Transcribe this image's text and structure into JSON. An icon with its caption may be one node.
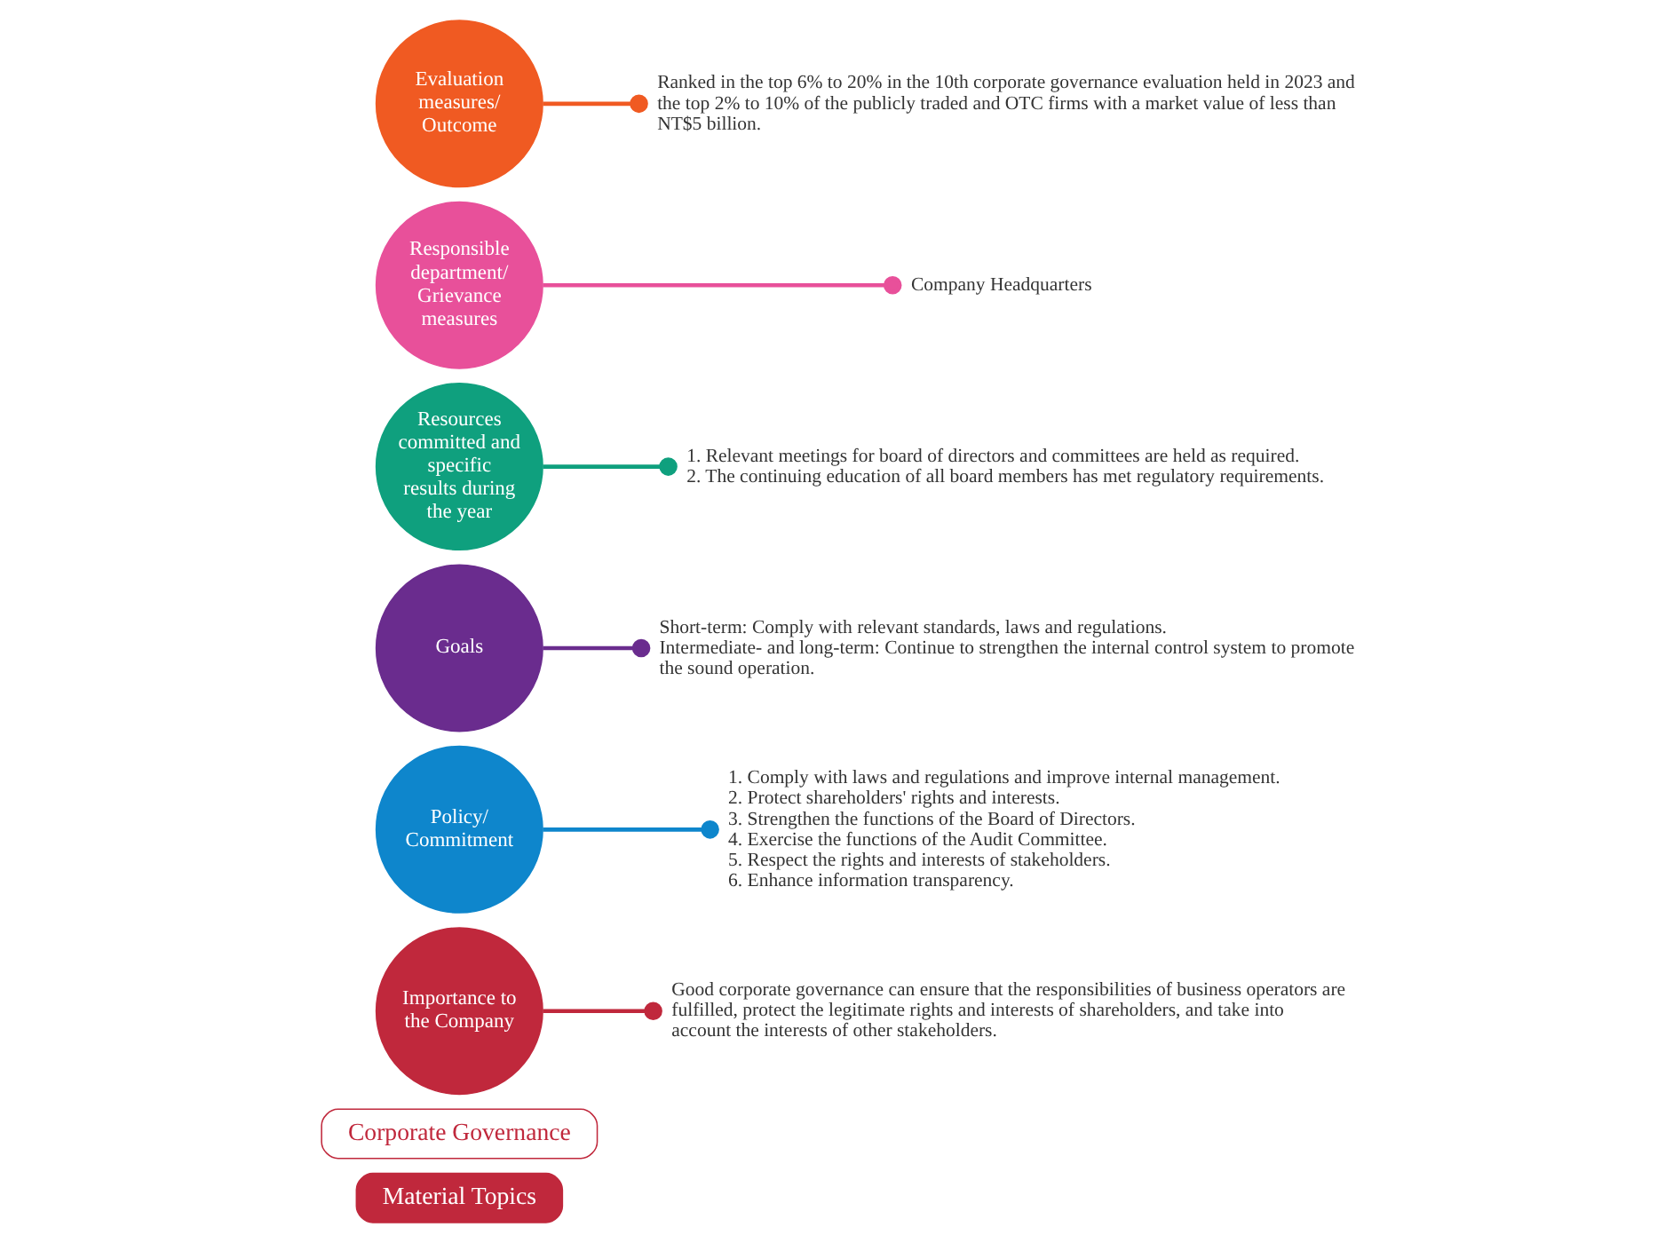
{
  "diagram": {
    "nodes": [
      {
        "text": [
          "Material Topics"
        ]
      },
      {
        "text": [
          "Corporate Governance"
        ]
      },
      {
        "text": [
          "Importance to the Company"
        ]
      },
      {
        "text": [
          "Good corporate governance can ensure that the responsibilities of business operators are fulfilled, protect the legitimate rights and interests of shareholders, and take into account the interests of other stakeholders."
        ]
      },
      {
        "text": [
          "Policy/ Commitment"
        ]
      },
      {
        "text": [
          "1. Comply with laws and regulations and improve internal management.",
          "2. Protect shareholders' rights and interests.",
          "3. Strengthen the functions of the Board of Directors.",
          "4. Exercise the functions of the Audit Committee.",
          "5. Respect the rights and interests of stakeholders.",
          "6. Enhance information transparency."
        ]
      },
      {
        "text": [
          "Goals"
        ]
      },
      {
        "text": [
          "Short-term: Comply with relevant standards, laws and regulations.",
          "Intermediate- and long-term: Continue to strengthen the internal control system to promote the sound operation."
        ]
      },
      {
        "text": [
          "Resources committed and specific results during the year"
        ]
      },
      {
        "text": [
          "1. Relevant meetings for board of directors and committees are held as required.",
          "2. The continuing education of all board members has met regulatory requirements."
        ]
      },
      {
        "text": [
          "Responsible department/ Grievance measures"
        ]
      },
      {
        "text": [
          "Company Headquarters"
        ]
      },
      {
        "text": [
          "Evaluation measures/ Outcome"
        ]
      },
      {
        "text": [
          "Ranked in the top 6% to 20% in the 10th corporate governance evaluation held in 2023 and the top 2% to 10% of the publicly traded and OTC firms with a market value of less than NT$5 billion."
        ]
      }
    ],
    "edges": [
      {
        "from": 2,
        "to": 3,
        "arrow": "other",
        "color": "#c0283c"
      },
      {
        "from": 4,
        "to": 5,
        "arrow": "other",
        "color": "#0e86cc"
      },
      {
        "from": 6,
        "to": 7,
        "arrow": "other",
        "color": "#6a2c8e"
      },
      {
        "from": 8,
        "to": 9,
        "arrow": "other",
        "color": "#0fa07e"
      },
      {
        "from": 10,
        "to": 11,
        "arrow": "other",
        "color": "#e8509a"
      },
      {
        "from": 12,
        "to": 13,
        "arrow": "other",
        "color": "#f05a22"
      }
    ]
  }
}
